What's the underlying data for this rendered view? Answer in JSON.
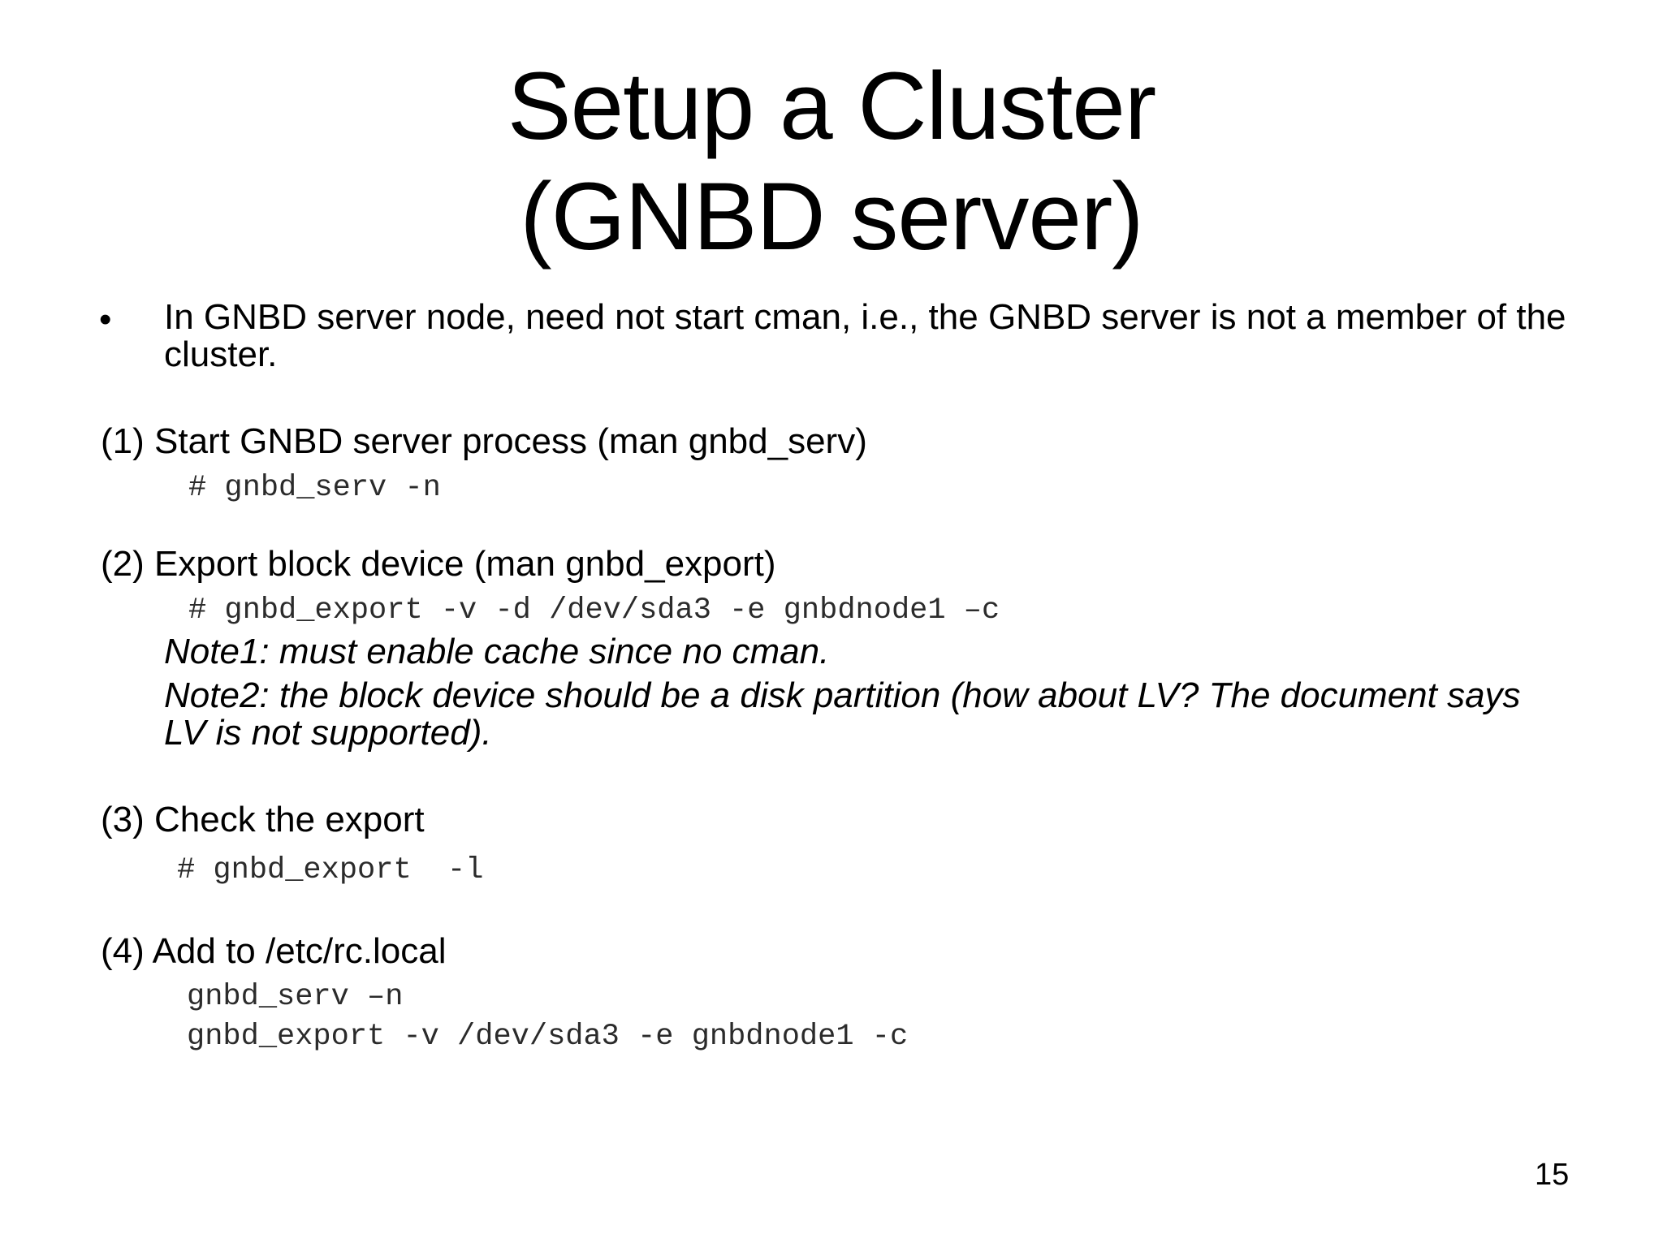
{
  "slide": {
    "title_line1": "Setup a Cluster",
    "title_line2": "(GNBD server)",
    "bullet": {
      "marker": "•",
      "text": "In GNBD server node, need not start cman, i.e., the GNBD server is not a member of the cluster."
    },
    "steps": [
      {
        "heading": "(1) Start GNBD server process (man gnbd_serv)",
        "code": [
          "# gnbd_serv -n"
        ]
      },
      {
        "heading": "(2) Export block device (man gnbd_export)",
        "code": [
          "# gnbd_export -v -d /dev/sda3 -e gnbdnode1 –c"
        ],
        "notes": [
          "Note1: must enable cache since no cman.",
          "Note2: the block device should be a disk partition (how about LV?  The document says LV is not supported)."
        ]
      },
      {
        "heading": "(3) Check the export",
        "code": [
          "# gnbd_export  -l"
        ]
      },
      {
        "heading": "(4)  Add to /etc/rc.local",
        "code": [
          "gnbd_serv –n",
          "gnbd_export -v /dev/sda3 -e gnbdnode1 -c"
        ]
      }
    ],
    "page_number": "15"
  }
}
